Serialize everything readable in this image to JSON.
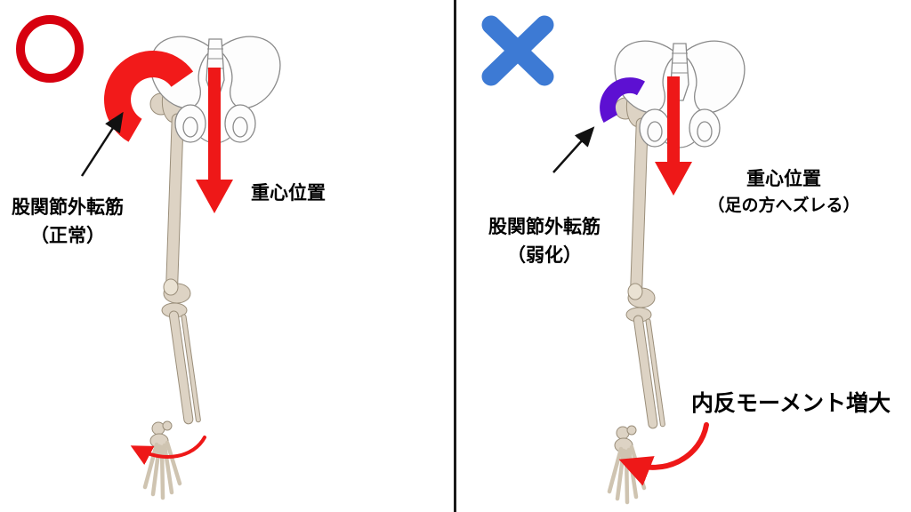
{
  "colors": {
    "correct_red": "#d7000f",
    "arrow_red": "#ee1818",
    "arc_red": "#f21a1a",
    "arc_purple": "#5d10d2",
    "x_blue": "#3d7ad4",
    "divider": "#1a1a1a"
  },
  "panels": {
    "left": {
      "mark_icon": "correct-circle-icon",
      "muscle_label": "股関節外転筋",
      "muscle_state": "（正常）",
      "gravity_label": "重心位置"
    },
    "right": {
      "mark_icon": "incorrect-x-icon",
      "muscle_label": "股関節外転筋",
      "muscle_state": "（弱化）",
      "gravity_label": "重心位置",
      "gravity_note": "（足の方へズレる）",
      "moment_label": "内反モーメント増大"
    }
  }
}
